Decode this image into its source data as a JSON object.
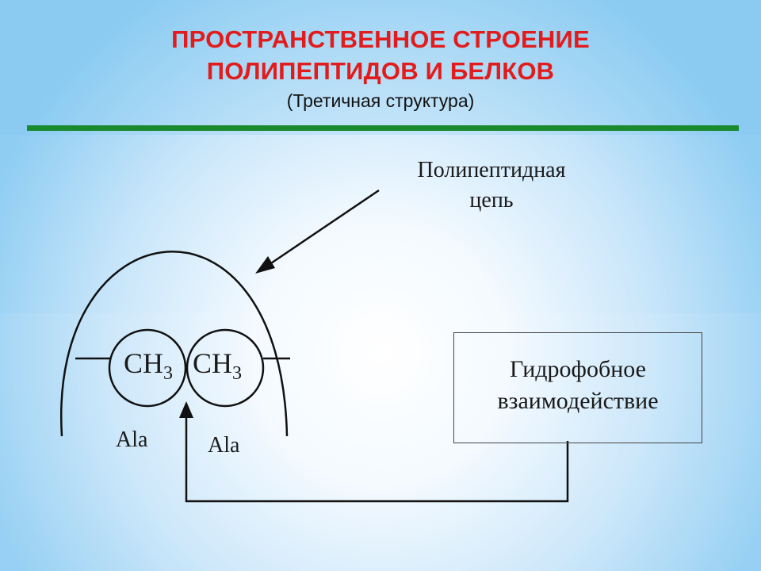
{
  "header": {
    "title_line1": "ПРОСТРАНСТВЕННОЕ СТРОЕНИЕ",
    "title_line2": "ПОЛИПЕПТИДОВ И БЕЛКОВ",
    "subtitle": "(Третичная структура)"
  },
  "diagram": {
    "chain_label_line1": "Полипептидная",
    "chain_label_line2": "цепь",
    "group_left": "CH",
    "group_left_sub": "3",
    "group_right": "CH",
    "group_right_sub": "3",
    "residue_left": "Ala",
    "residue_right": "Ala",
    "interaction_line1": "Гидрофобное",
    "interaction_line2": "взаимодействие"
  },
  "colors": {
    "title": "#e21c1c",
    "rule": "#1a8a2e",
    "line": "#111111"
  }
}
